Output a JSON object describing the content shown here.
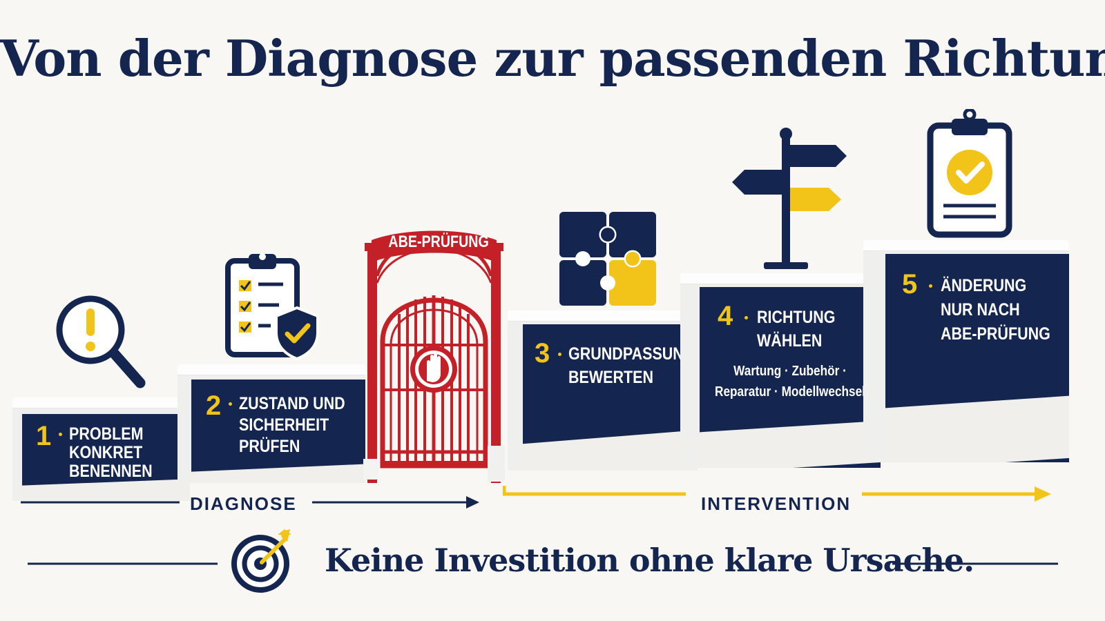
{
  "title": "Von der Diagnose zur passenden Richtung",
  "gate_label": "ABE-PRÜFUNG",
  "steps": [
    {
      "number": "1",
      "label": [
        "PROBLEM",
        "KONKRET",
        "BENENNEN"
      ]
    },
    {
      "number": "2",
      "label": [
        "ZUSTAND UND",
        "SICHERHEIT",
        "PRÜFEN"
      ]
    },
    {
      "number": "3",
      "label": [
        "GRUNDPASSUNG",
        "BEWERTEN"
      ]
    },
    {
      "number": "4",
      "label": [
        "RICHTUNG",
        "WÄHLEN"
      ],
      "sub": [
        "Wartung · Zubehör ·",
        "Reparatur · Modellwechsel"
      ]
    },
    {
      "number": "5",
      "label": [
        "ÄNDERUNG",
        "NUR NACH",
        "ABE-PRÜFUNG"
      ]
    }
  ],
  "phases": {
    "diagnose": "DIAGNOSE",
    "intervention": "INTERVENTION"
  },
  "tagline": "Keine Investition ohne klare Ursache.",
  "icons": [
    "magnifier-alert-icon",
    "checklist-shield-icon",
    "gate-stop-hand-icon",
    "puzzle-icon",
    "signpost-icon",
    "clipboard-check-icon",
    "target-arrow-icon"
  ],
  "colors": {
    "navy": "#14264f",
    "yellow": "#f2c419",
    "red": "#c42027",
    "background": "#f8f7f3"
  }
}
